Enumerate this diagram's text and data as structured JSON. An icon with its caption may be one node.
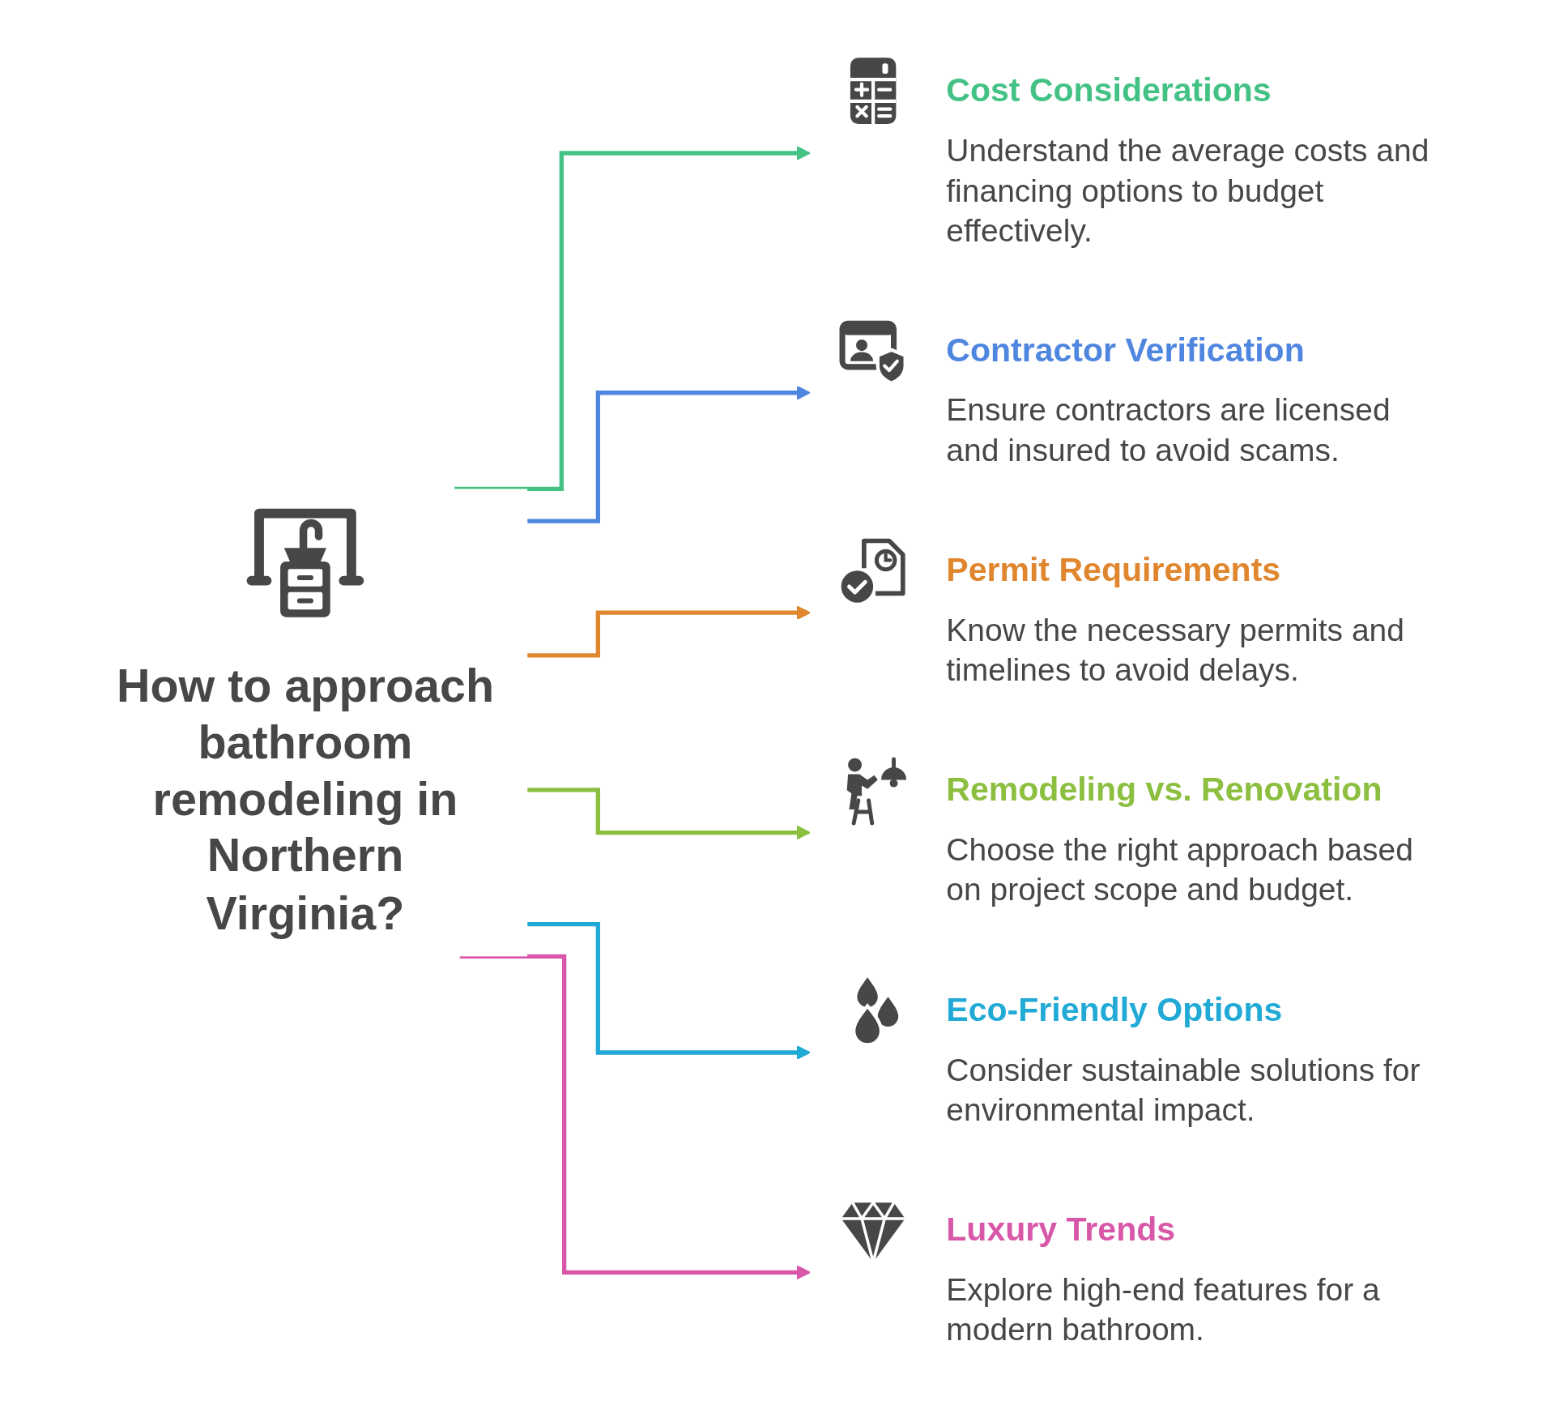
{
  "diagram": {
    "nodes": [
      {
        "text": [
          "How to approach bathroom remodeling in Northern Virginia?"
        ]
      },
      {
        "text": [
          "Cost Considerations",
          "Understand the average costs and financing options to budget effectively."
        ]
      },
      {
        "text": [
          "Contractor Verification",
          "Ensure contractors are licensed and insured to avoid scams."
        ]
      },
      {
        "text": [
          "Permit Requirements",
          "Know the necessary permits and timelines to avoid delays."
        ]
      },
      {
        "text": [
          "Remodeling vs. Renovation",
          "Choose the right approach based on project scope and budget."
        ]
      },
      {
        "text": [
          "Eco-Friendly Options",
          "Consider sustainable solutions for environmental impact."
        ]
      },
      {
        "text": [
          "Luxury Trends",
          "Explore high-end features for a modern bathroom."
        ]
      }
    ],
    "edges": [
      {
        "from": 0,
        "to": 1,
        "arrow": "to",
        "color": "#44c285"
      },
      {
        "from": 0,
        "to": 2,
        "arrow": "to",
        "color": "#4f86e0"
      },
      {
        "from": 0,
        "to": 3,
        "arrow": "to",
        "color": "#e0862e"
      },
      {
        "from": 0,
        "to": 4,
        "arrow": "to",
        "color": "#8cbf3f"
      },
      {
        "from": 0,
        "to": 5,
        "arrow": "to",
        "color": "#22aad6"
      },
      {
        "from": 0,
        "to": 6,
        "arrow": "to",
        "color": "#d957a8"
      }
    ]
  }
}
